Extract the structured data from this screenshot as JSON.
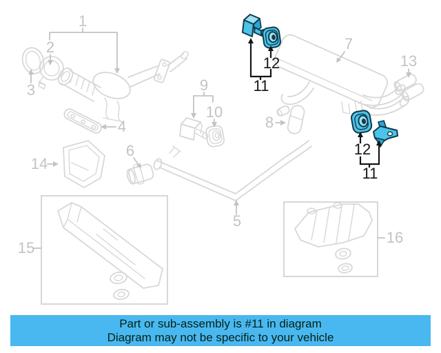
{
  "colors": {
    "line_gray": "#d7d7d7",
    "label_gray": "#c3c3c3",
    "callout_black": "#151515",
    "highlight_fill": "#4cc3e8",
    "highlight_light": "#9fe0f3",
    "highlight_shade": "#2aa6d2",
    "highlight_outline": "#0e3a4a",
    "banner_bg": "#49b8f0",
    "banner_text": "#052015"
  },
  "banner": {
    "line1": "Part or sub-assembly is #11 in diagram",
    "line2": "Diagram may not be specific to your vehicle"
  },
  "labels": {
    "part1": "1",
    "part2": "2",
    "part3": "3",
    "part4": "4",
    "part5": "5",
    "part6": "6",
    "part7": "7",
    "part8": "8",
    "part9": "9",
    "part10": "10",
    "part13": "13",
    "part14": "14",
    "part15": "15",
    "part16": "16",
    "callout_top_component": "12",
    "callout_top_assembly": "11",
    "callout_bottom_component": "12",
    "callout_bottom_assembly": "11"
  }
}
